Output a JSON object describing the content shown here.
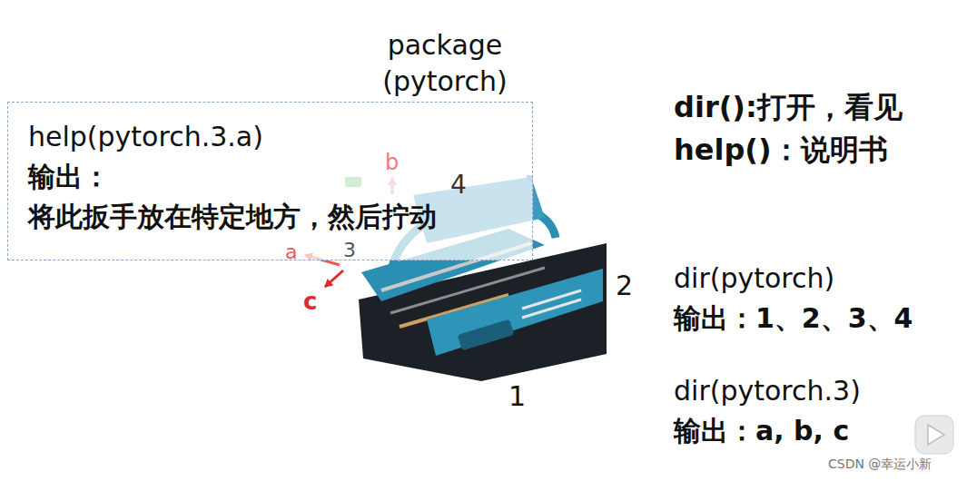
{
  "diagram": {
    "nodes": [
      {
        "text": [
          "help(pytorch.3.a)",
          "输出：",
          "将此扳手放在特定地方，然后拧动"
        ]
      }
    ],
    "labels": [
      "package (pytorch)",
      "dir():打开，看见",
      "help()：说明书",
      "dir(pytorch)",
      "输出：1、2、3、4",
      "dir(pytorch.3)",
      "输出：a, b, c",
      "4",
      "2",
      "1",
      "3",
      "b",
      "a",
      "c",
      "CSDN @幸运小新"
    ]
  }
}
